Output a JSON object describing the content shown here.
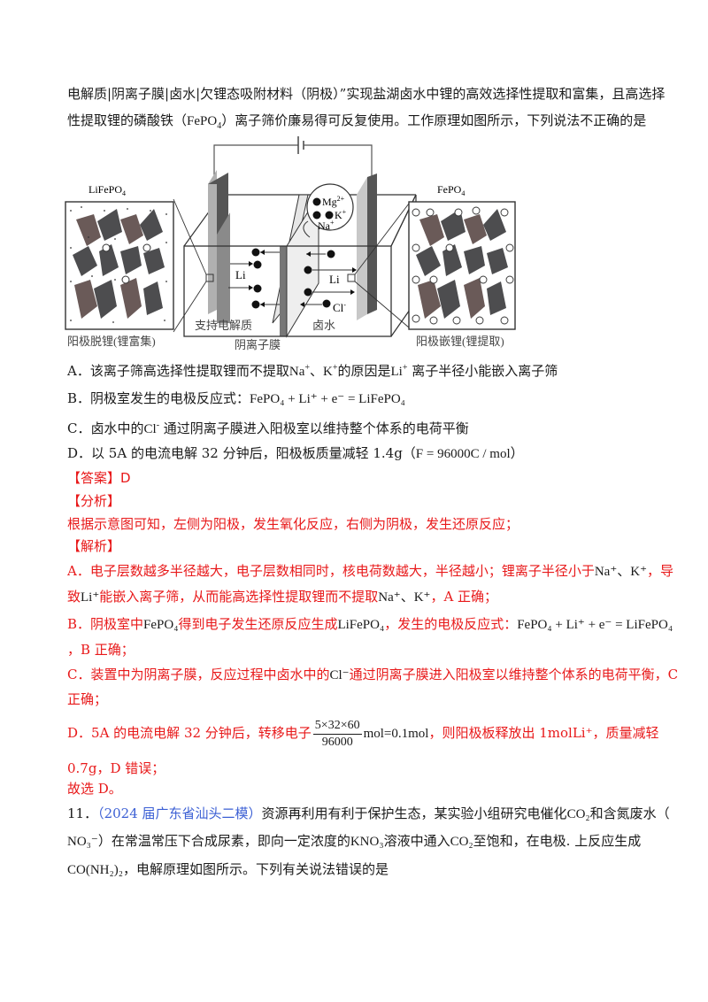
{
  "question10": {
    "stem_line1": "电解质|阴离子膜|卤水|欠锂态吸附材料（阴极）”实现盐湖卤水中锂的高效选择性提取和富集，且高选择",
    "stem_line2_a": "性提取锂的磷酸铁（",
    "stem_line2_formula": "FePO",
    "stem_line2_sub": "4",
    "stem_line2_b": "）离子筛价廉易得可反复使用。工作原理如图所示，下列说法不正确的是",
    "figure": {
      "left_material_label": "LiFePO₄",
      "left_caption": "阳极脱锂(锂富集)",
      "right_material_label": "FePO₄",
      "right_caption": "阳极嵌锂(锂提取)",
      "left_chamber_label": "支持电解质",
      "right_chamber_label": "卤水",
      "membrane_label": "阴离子膜",
      "ion_li_left": "Li",
      "ion_li_right": "Li",
      "ion_cl": "Cl",
      "ion_cl_sup": "-",
      "ions_circle": {
        "mg": "Mg",
        "mg_sup": "2+",
        "k": "K",
        "k_sup": "+",
        "na": "Na",
        "na_sup": "+"
      }
    },
    "options": [
      {
        "letter": "A．",
        "text_a": "该离子筛高选择性提取锂而不提取",
        "f1": "Na",
        "f1_sup": "+",
        "sep": "、",
        "f2": "K",
        "f2_sup": "+",
        "text_b": "的原因是",
        "f3": "Li",
        "f3_sup": "+",
        "text_c": " 离子半径小能嵌入离子筛"
      },
      {
        "letter": "B．",
        "text_a": "阴极室发生的电极反应式：",
        "equation": "FePO₄ + Li⁺ + e⁻ = LiFePO₄"
      },
      {
        "letter": "C．",
        "text_a": "卤水中的",
        "f1": "Cl",
        "f1_sup": "-",
        "text_b": " 通过阴离子膜进入阳极室以维持整个体系的电荷平衡"
      },
      {
        "letter": "D．",
        "text_a": "以 5A 的电流电解 32 分钟后，阳极板质量减轻 1.4g（",
        "formula": "F = 96000C / mol",
        "text_b": "）"
      }
    ],
    "answer_label": "【答案】",
    "answer_value": "D",
    "analysis_label": "【分析】",
    "analysis_text": "根据示意图可知，左侧为阳极，发生氧化反应，右侧为阴极，发生还原反应；",
    "explanation_label": "【解析】",
    "explanation": {
      "a_line1": "A．电子层数越多半径越大，电子层数相同时，核电荷数越大，半径越小；锂离子半径小于",
      "a_line1_formula": "Na⁺、K⁺",
      "a_line1_end": "，导",
      "a_line2_a": "致",
      "a_line2_li": "Li⁺",
      "a_line2_b": "能嵌入离子筛，从而能高选择性提取锂而不提取",
      "a_line2_formula": "Na⁺、K⁺",
      "a_line2_end": "，A 正确；",
      "b_line1_a": "B．阴极室中",
      "b_line1_f1": "FePO₄",
      "b_line1_b": "得到电子发生还原反应生成",
      "b_line1_f2": "LiFePO₄",
      "b_line1_c": "，发生的电极反应式：",
      "b_line1_eq": "FePO₄ + Li⁺ + e⁻ = LiFePO₄",
      "b_line2": "，B 正确；",
      "c_line1_a": "C．装置中为阴离子膜，反应过程中卤水中的",
      "c_line1_f": "Cl⁻",
      "c_line1_b": "通过阴离子膜进入阳极室以维持整个体系的电荷平衡，C",
      "c_line2": "正确；",
      "d_line1_a": "D．5A 的电流电解 32 分钟后，转移电子",
      "d_frac_num": "5×32×60",
      "d_frac_den": "96000",
      "d_line1_mid": "mol=0.1mol",
      "d_line1_b": "，则阳极板释放出 1molLi⁺，质量减轻",
      "d_line2": "0.7g，D 错误；",
      "conclusion": "故选 D。"
    }
  },
  "question11": {
    "number": "11．",
    "source": "（2024 届广东省汕头二模）",
    "line1_a": "资源再利用有利于保护生态，某实验小组研究电催化",
    "line1_f": "CO₂",
    "line1_b": "和含氮废水（",
    "line2_f1": "NO₃⁻",
    "line2_a": "）在常温常压下合成尿素，即向一定浓度的",
    "line2_f2": "KNO₃",
    "line2_b": "溶液中通入",
    "line2_f3": "CO₂",
    "line2_c": "至饱和，在电极. 上反应生成",
    "line3_f": "CO(NH₂)₂",
    "line3_a": "，电解原理如图所示。下列有关说法错误的是"
  }
}
